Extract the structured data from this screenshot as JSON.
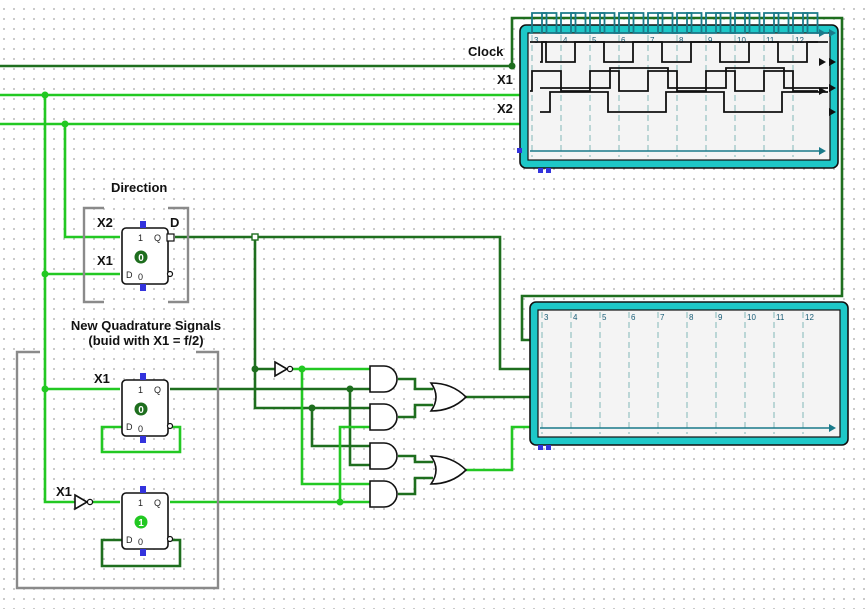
{
  "labels": {
    "clock": "Clock",
    "x1_top": "X1",
    "x2_top": "X2",
    "direction": "Direction",
    "ff_in_x2": "X2",
    "ff_in_x1": "X1",
    "ff_out_d": "D",
    "new_signals_line1": "New Quadrature Signals",
    "new_signals_line2": "(buid with X1 = f/2)",
    "ff2_in": "X1",
    "ff3_in": "X1"
  },
  "flipflop_pins": {
    "one": "1",
    "q": "Q",
    "d": "D",
    "zero": "0"
  },
  "flipflops": [
    {
      "state": "0",
      "color": "#1e6e1e"
    },
    {
      "state": "0",
      "color": "#1e6e1e"
    },
    {
      "state": "1",
      "color": "#22c822"
    }
  ],
  "scope_top": {
    "ticks": [
      "3",
      "4",
      "5",
      "6",
      "7",
      "8",
      "9",
      "10",
      "11",
      "12"
    ]
  },
  "scope_bottom": {
    "ticks": [
      "3",
      "4",
      "5",
      "6",
      "7",
      "8",
      "9",
      "10",
      "11",
      "12"
    ]
  },
  "colors": {
    "wire_dark": "#1e6e1e",
    "wire_light": "#22c822",
    "scope_frame": "#1ec8c8",
    "trace_clock": "#1a7a8a",
    "trace_signal": "#111111",
    "tick_text": "#1a5e78"
  }
}
